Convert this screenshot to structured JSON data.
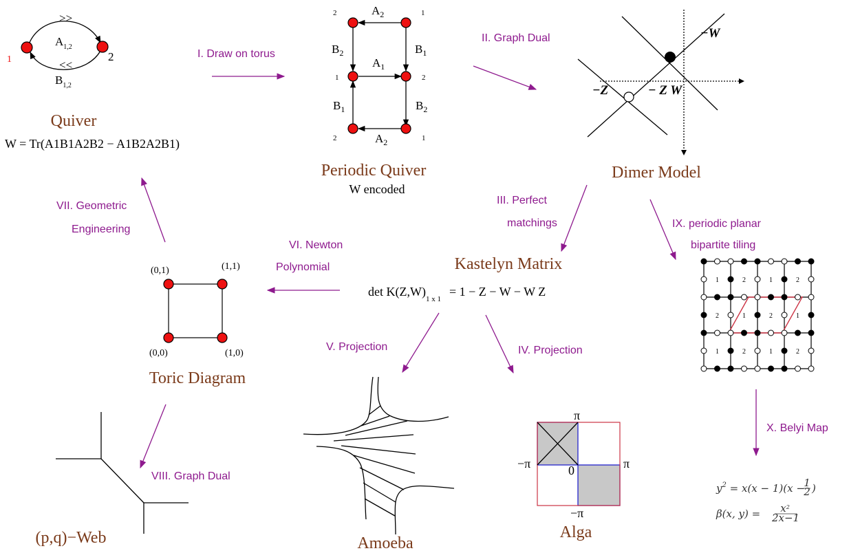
{
  "colors": {
    "title": "#7a3a1a",
    "step": "#8e1a8e",
    "node": "#ee1111",
    "alga_box": "#cc3344",
    "alga_blue": "#2222cc",
    "shade": "#c8c8c8"
  },
  "quiver": {
    "title": "Quiver",
    "superpotential": "W = Tr(A1B1A2B2 − A1B2A2B1)",
    "node1": "1",
    "node2": "2",
    "edge_a_base": "A",
    "edge_a_sub": "1,2",
    "edge_b_base": "B",
    "edge_b_sub": "1,2"
  },
  "periodic_quiver": {
    "title": "Periodic Quiver",
    "subtitle": "W encoded",
    "node_labels": {
      "tl": "2",
      "tr": "1",
      "ml": "1",
      "mr": "2",
      "bl": "2",
      "br": "1"
    },
    "a_top": {
      "base": "A",
      "sub": "2"
    },
    "a_mid": {
      "base": "A",
      "sub": "1"
    },
    "a_bot": {
      "base": "A",
      "sub": "2"
    },
    "b_ul": {
      "base": "B",
      "sub": "2"
    },
    "b_ur": {
      "base": "B",
      "sub": "1"
    },
    "b_ll": {
      "base": "B",
      "sub": "1"
    },
    "b_lr": {
      "base": "B",
      "sub": "2"
    }
  },
  "dimer": {
    "title": "Dimer Model",
    "minus_w": "−W",
    "minus_z": "−Z",
    "minus_zw": "− Z W"
  },
  "kastelyn": {
    "title": "Kastelyn Matrix",
    "det_left": "det K(Z,W)",
    "det_sub": "1 x 1",
    "det_right": "= 1 − Z − W − W Z"
  },
  "toric": {
    "title": "Toric Diagram",
    "c01": "(0,1)",
    "c11": "(1,1)",
    "c00": "(0,0)",
    "c10": "(1,0)"
  },
  "pq_web": {
    "title": "(p,q)−Web"
  },
  "amoeba": {
    "title": "Amoeba"
  },
  "alga": {
    "title": "Alga",
    "pi_top": "π",
    "pi_right": "π",
    "neg_pi_left": "−π",
    "neg_pi_bottom": "−π",
    "zero": "0"
  },
  "tiling": {
    "cell_labels": [
      "1",
      "2",
      "1",
      "2",
      "2",
      "1",
      "2",
      "1",
      "1",
      "2",
      "1",
      "2"
    ]
  },
  "belyi": {
    "curve_y": "y",
    "curve_exp": "2",
    "curve_rhs": " = x(x − 1)(x − ",
    "half_num": "1",
    "half_den": "2",
    "curve_close": ")",
    "beta_lhs": "β(x, y) = ",
    "frac_num_base": "x",
    "frac_num_exp": "2",
    "frac_den": "2x−1"
  },
  "steps": {
    "s1": "I. Draw on torus",
    "s2": "II. Graph Dual",
    "s3a": "III. Perfect",
    "s3b": "matchings",
    "s4": "IV. Projection",
    "s5": "V. Projection",
    "s6a": "VI. Newton",
    "s6b": "Polynomial",
    "s7a": "VII. Geometric",
    "s7b": "Engineering",
    "s8": "VIII. Graph Dual",
    "s9a": "IX. periodic planar",
    "s9b": "bipartite tiling",
    "s10": "X. Belyi Map"
  }
}
